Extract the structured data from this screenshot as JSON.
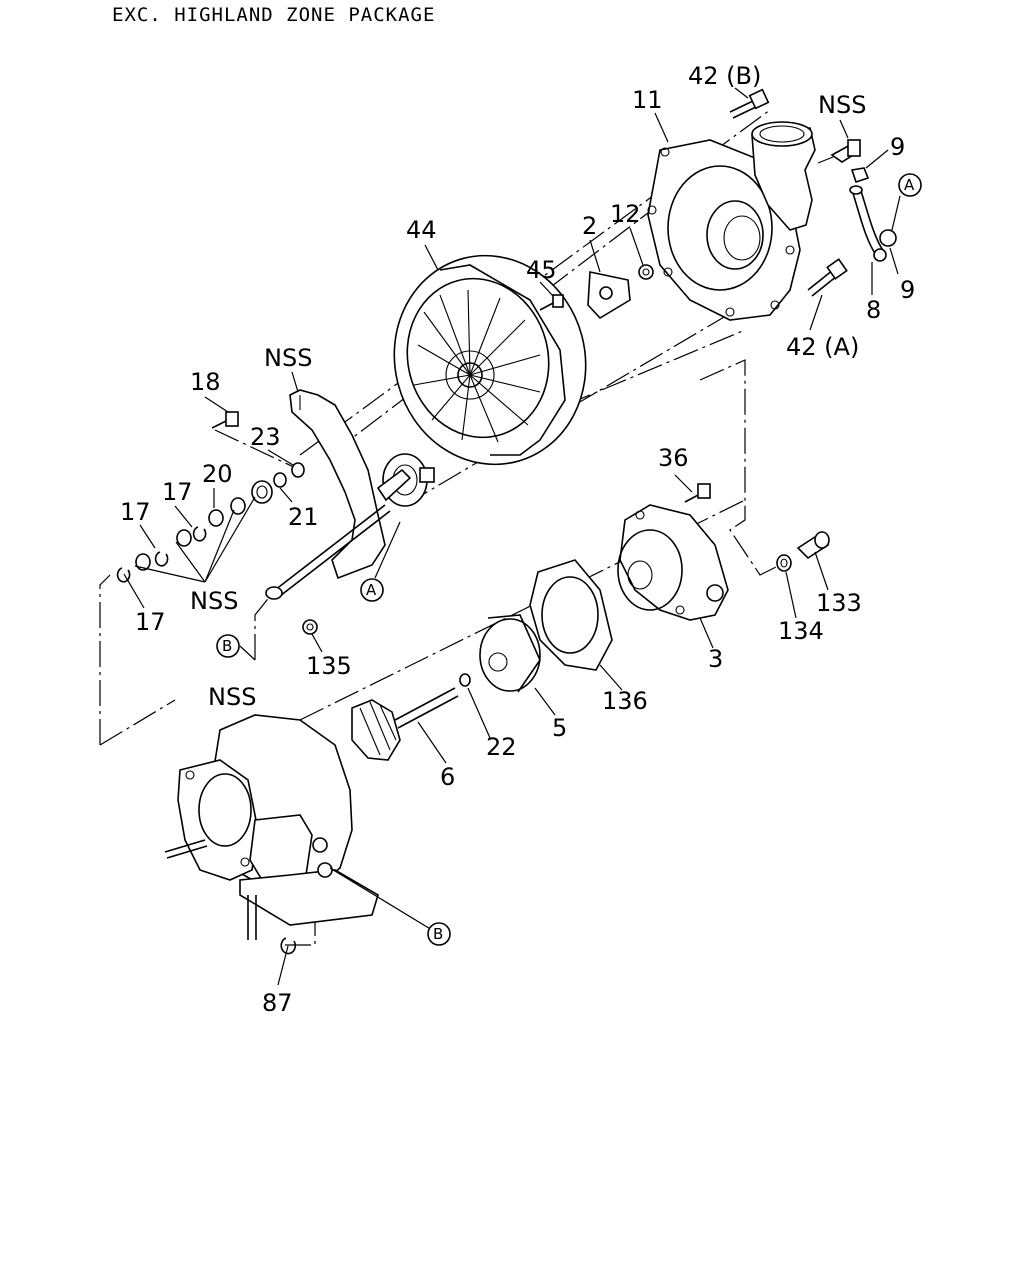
{
  "header": {
    "title": "EXC. HIGHLAND ZONE PACKAGE"
  },
  "callouts": [
    {
      "id": "42b",
      "text": "42 (B)"
    },
    {
      "id": "11",
      "text": "11"
    },
    {
      "id": "nss-1",
      "text": "NSS"
    },
    {
      "id": "9-top",
      "text": "9"
    },
    {
      "id": "9-bot",
      "text": "9"
    },
    {
      "id": "8",
      "text": "8"
    },
    {
      "id": "42a",
      "text": "42 (A)"
    },
    {
      "id": "44",
      "text": "44"
    },
    {
      "id": "2",
      "text": "2"
    },
    {
      "id": "12",
      "text": "12"
    },
    {
      "id": "45",
      "text": "45"
    },
    {
      "id": "nss-2",
      "text": "NSS"
    },
    {
      "id": "18",
      "text": "18"
    },
    {
      "id": "23",
      "text": "23"
    },
    {
      "id": "20",
      "text": "20"
    },
    {
      "id": "21",
      "text": "21"
    },
    {
      "id": "17-a",
      "text": "17"
    },
    {
      "id": "17-b",
      "text": "17"
    },
    {
      "id": "17-c",
      "text": "17"
    },
    {
      "id": "nss-3",
      "text": "NSS"
    },
    {
      "id": "135",
      "text": "135"
    },
    {
      "id": "36",
      "text": "36"
    },
    {
      "id": "133",
      "text": "133"
    },
    {
      "id": "134",
      "text": "134"
    },
    {
      "id": "3",
      "text": "3"
    },
    {
      "id": "136",
      "text": "136"
    },
    {
      "id": "5",
      "text": "5"
    },
    {
      "id": "22",
      "text": "22"
    },
    {
      "id": "6",
      "text": "6"
    },
    {
      "id": "nss-4",
      "text": "NSS"
    },
    {
      "id": "87",
      "text": "87"
    }
  ],
  "refs": [
    {
      "id": "ref-a-1",
      "text": "A"
    },
    {
      "id": "ref-a-2",
      "text": "A"
    },
    {
      "id": "ref-b-1",
      "text": "B"
    },
    {
      "id": "ref-b-2",
      "text": "B"
    }
  ]
}
